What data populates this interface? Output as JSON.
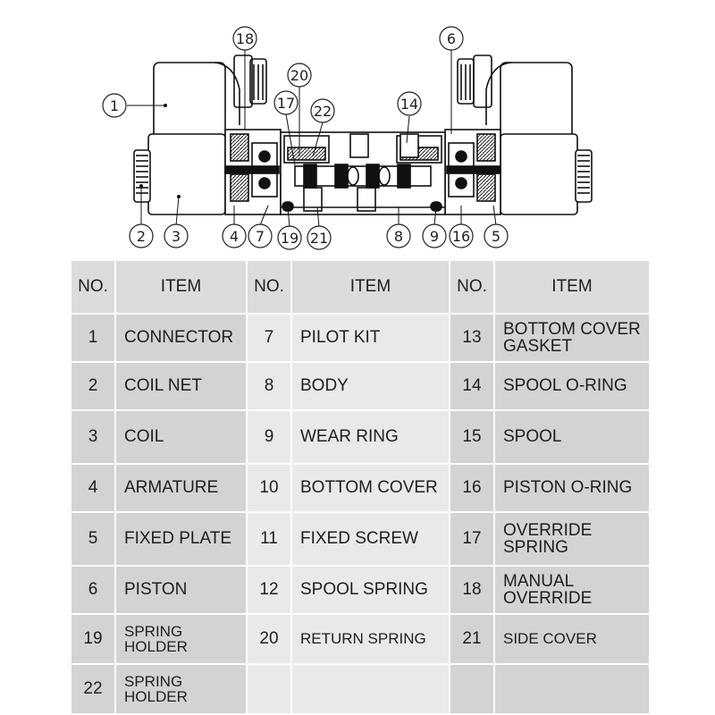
{
  "diagram": {
    "callouts": [
      {
        "label": "1"
      },
      {
        "label": "2"
      },
      {
        "label": "3"
      },
      {
        "label": "4"
      },
      {
        "label": "5"
      },
      {
        "label": "6"
      },
      {
        "label": "7"
      },
      {
        "label": "8"
      },
      {
        "label": "9"
      },
      {
        "label": "14"
      },
      {
        "label": "16"
      },
      {
        "label": "17"
      },
      {
        "label": "18"
      },
      {
        "label": "19"
      },
      {
        "label": "20"
      },
      {
        "label": "21"
      },
      {
        "label": "22"
      }
    ]
  },
  "table": {
    "headers": [
      "NO.",
      "ITEM",
      "NO.",
      "ITEM",
      "NO.",
      "ITEM"
    ],
    "rows": [
      [
        {
          "no": "1",
          "item": "CONNECTOR"
        },
        {
          "no": "7",
          "item": "PILOT KIT"
        },
        {
          "no": "13",
          "item": "BOTTOM COVER GASKET"
        }
      ],
      [
        {
          "no": "2",
          "item": "COIL NET"
        },
        {
          "no": "8",
          "item": "BODY"
        },
        {
          "no": "14",
          "item": "SPOOL O-RING"
        }
      ],
      [
        {
          "no": "3",
          "item": "COIL"
        },
        {
          "no": "9",
          "item": "WEAR RING"
        },
        {
          "no": "15",
          "item": "SPOOL"
        }
      ],
      [
        {
          "no": "4",
          "item": "ARMATURE"
        },
        {
          "no": "10",
          "item": "BOTTOM COVER"
        },
        {
          "no": "16",
          "item": "PISTON O-RING"
        }
      ],
      [
        {
          "no": "5",
          "item": "FIXED PLATE"
        },
        {
          "no": "11",
          "item": "FIXED SCREW"
        },
        {
          "no": "17",
          "item": "OVERRIDE SPRING"
        }
      ],
      [
        {
          "no": "6",
          "item": "PISTON"
        },
        {
          "no": "12",
          "item": "SPOOL SPRING"
        },
        {
          "no": "18",
          "item": "MANUAL OVERRIDE"
        }
      ],
      [
        {
          "no": "19",
          "item": "SPRING HOLDER"
        },
        {
          "no": "20",
          "item": "RETURN SPRING"
        },
        {
          "no": "21",
          "item": "SIDE COVER"
        }
      ],
      [
        {
          "no": "22",
          "item": "SPRING HOLDER"
        },
        {
          "no": "",
          "item": ""
        },
        {
          "no": "",
          "item": ""
        }
      ]
    ]
  }
}
